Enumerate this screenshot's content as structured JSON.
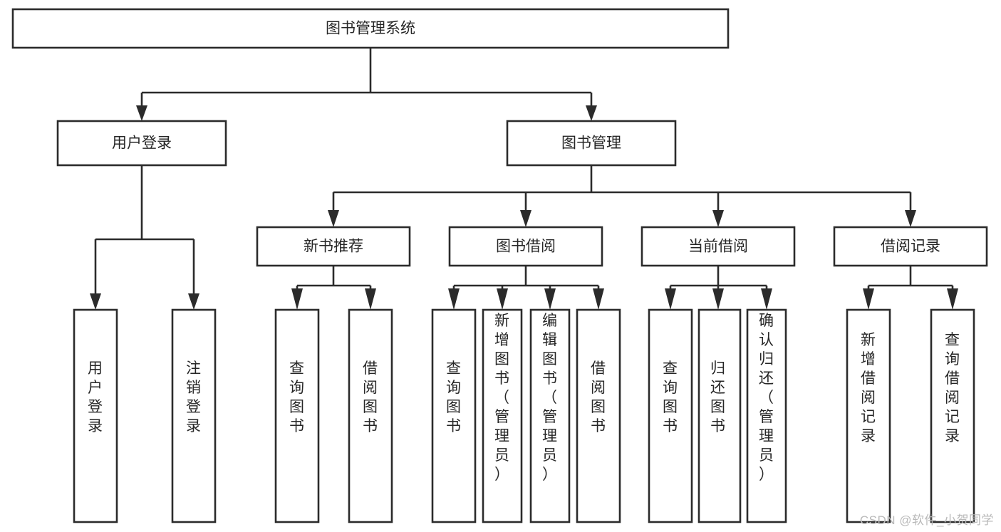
{
  "diagram": {
    "title": "图书管理系统",
    "type": "tree-hierarchy-chart",
    "watermark": "CSDN @软件_小贺同学",
    "colors": {
      "background": "#ffffff",
      "node_fill": "#ffffff",
      "node_stroke": "#2b2b2b",
      "text": "#262626",
      "watermark": "#b9b9b9"
    },
    "nodes": {
      "root": {
        "label": "图书管理系统",
        "orientation": "horizontal"
      },
      "level2": [
        {
          "id": "user-login",
          "label": "用户登录",
          "orientation": "horizontal"
        },
        {
          "id": "book-manage",
          "label": "图书管理",
          "orientation": "horizontal"
        }
      ],
      "level3": [
        {
          "id": "new-book-recommend",
          "label": "新书推荐",
          "orientation": "horizontal"
        },
        {
          "id": "book-borrow",
          "label": "图书借阅",
          "orientation": "horizontal"
        },
        {
          "id": "current-borrow",
          "label": "当前借阅",
          "orientation": "horizontal"
        },
        {
          "id": "borrow-record",
          "label": "借阅记录",
          "orientation": "horizontal"
        }
      ],
      "leaves": [
        {
          "id": "leaf-user-login",
          "label": "用户登录",
          "parent": "user-login",
          "orientation": "vertical"
        },
        {
          "id": "leaf-logout-login",
          "label": "注销登录",
          "parent": "user-login",
          "orientation": "vertical"
        },
        {
          "id": "leaf-query-book-1",
          "label": "查询图书",
          "parent": "new-book-recommend",
          "orientation": "vertical"
        },
        {
          "id": "leaf-borrow-book-1",
          "label": "借阅图书",
          "parent": "new-book-recommend",
          "orientation": "vertical"
        },
        {
          "id": "leaf-query-book-2",
          "label": "查询图书",
          "parent": "book-borrow",
          "orientation": "vertical"
        },
        {
          "id": "leaf-add-book",
          "label": "新增图书（管理员）",
          "parent": "book-borrow",
          "orientation": "vertical"
        },
        {
          "id": "leaf-edit-book",
          "label": "编辑图书（管理员）",
          "parent": "book-borrow",
          "orientation": "vertical"
        },
        {
          "id": "leaf-borrow-book-2",
          "label": "借阅图书",
          "parent": "book-borrow",
          "orientation": "vertical"
        },
        {
          "id": "leaf-query-book-3",
          "label": "查询图书",
          "parent": "current-borrow",
          "orientation": "vertical"
        },
        {
          "id": "leaf-return-book",
          "label": "归还图书",
          "parent": "current-borrow",
          "orientation": "vertical"
        },
        {
          "id": "leaf-confirm-return",
          "label": "确认归还（管理员）",
          "parent": "current-borrow",
          "orientation": "vertical"
        },
        {
          "id": "leaf-add-record",
          "label": "新增借阅记录",
          "parent": "borrow-record",
          "orientation": "vertical"
        },
        {
          "id": "leaf-query-record",
          "label": "查询借阅记录",
          "parent": "borrow-record",
          "orientation": "vertical"
        }
      ]
    }
  }
}
